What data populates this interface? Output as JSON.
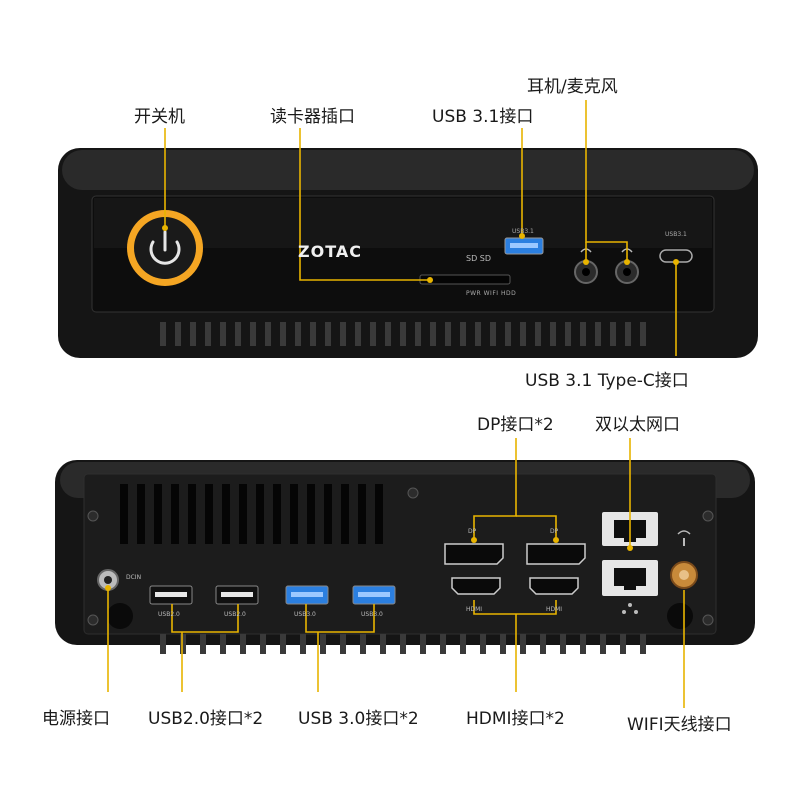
{
  "labels": {
    "power_button": "开关机",
    "card_reader": "读卡器插口",
    "usb31": "USB 3.1接口",
    "audio": "耳机/麦克风",
    "usb31c": "USB 3.1 Type-C接口",
    "dp": "DP接口*2",
    "ethernet": "双以太网口",
    "power_in": "电源接口",
    "usb20": "USB2.0接口*2",
    "usb30": "USB 3.0接口*2",
    "hdmi": "HDMI接口*2",
    "wifi": "WIFI天线接口"
  },
  "front": {
    "brand": "ZOTAC",
    "usb_tag": "USB3.1",
    "typec_tag": "USB3.1",
    "led_labels": "PWR  WIFI  HDD",
    "sd_mark": "SD SD"
  },
  "rear": {
    "dcin": "DCIN",
    "usb_a_tags": [
      "USB2.0",
      "USB2.0",
      "USB3.0",
      "USB3.0"
    ],
    "dp_tags": [
      "DP",
      "DP"
    ],
    "hdmi_tags": [
      "HDMI",
      "HDMI"
    ]
  },
  "colors": {
    "accent": "#f5a623",
    "leader_line": "#e8b400",
    "device_dark": "#1f1f1f",
    "usb3_blue": "#2b7fe0"
  }
}
